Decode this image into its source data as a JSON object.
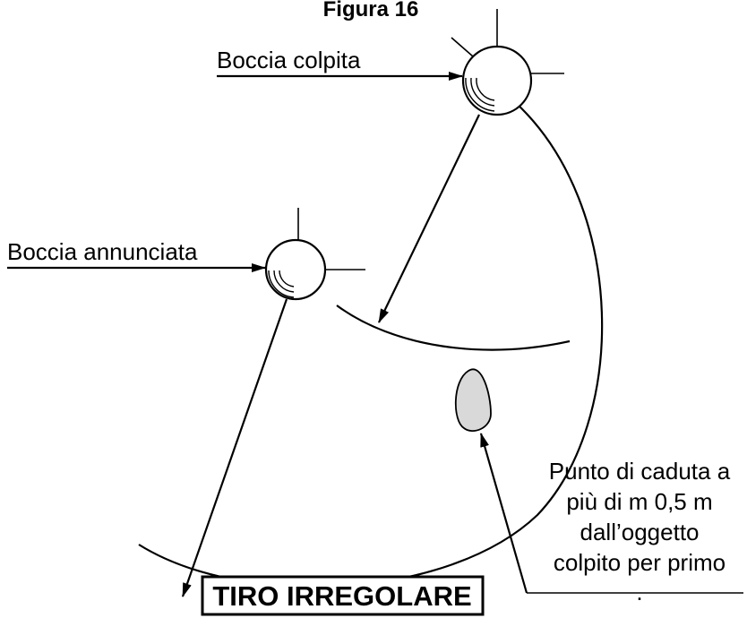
{
  "figure": {
    "title": "Figura 16"
  },
  "labels": {
    "hit_ball": "Boccia colpita",
    "announced_ball": "Boccia annunciata"
  },
  "landing_note": {
    "lines": [
      "Punto di caduta a",
      "più di m 0,5 m",
      "dall’oggetto",
      "colpito per primo",
      "."
    ]
  },
  "banner": {
    "text": "TIRO IRREGOLARE"
  },
  "colors": {
    "ink": "#000000",
    "landing_spot_fill": "#d9d9d9",
    "background": "#ffffff"
  }
}
